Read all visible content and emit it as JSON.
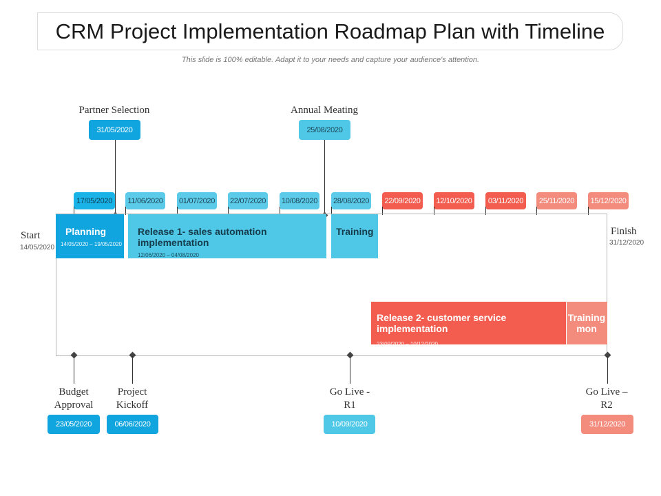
{
  "title": "CRM Project Implementation Roadmap Plan with Timeline",
  "subtitle": "This slide is 100% editable. Adapt it to your needs and capture your audience's attention.",
  "start": {
    "label": "Start",
    "date": "14/05/2020"
  },
  "finish": {
    "label": "Finish",
    "date": "31/12/2020"
  },
  "top_milestones": [
    {
      "label": "Partner Selection",
      "date": "31/05/2020"
    },
    {
      "label": "Annual Meating",
      "date": "25/08/2020"
    }
  ],
  "timeline_dates": [
    "17/05/2020",
    "11/06/2020",
    "01/07/2020",
    "22/07/2020",
    "10/08/2020",
    "28/08/2020",
    "22/09/2020",
    "12/10/2020",
    "03/11/2020",
    "25/11/2020",
    "15/12/2020"
  ],
  "tasks": {
    "planning": {
      "name": "Planning",
      "dates": "14/05/2020 – 19/05/2020"
    },
    "release1": {
      "name": "Release 1- sales automation implementation",
      "dates": "12/06/2020 – 04/08/2020"
    },
    "training1": {
      "name": "Training"
    },
    "release2": {
      "name": "Release 2- customer service implementation",
      "dates": "23/09/2020 – 10/12/2020"
    },
    "training2": {
      "name": "Training mon"
    }
  },
  "bottom_milestones": [
    {
      "label_line1": "Budget",
      "label_line2": "Approval",
      "date": "23/05/2020"
    },
    {
      "label_line1": "Project",
      "label_line2": "Kickoff",
      "date": "06/06/2020"
    },
    {
      "label_line1": "Go Live -",
      "label_line2": "R1",
      "date": "10/09/2020"
    },
    {
      "label_line1": "Go Live –",
      "label_line2": "R2",
      "date": "31/12/2020"
    }
  ],
  "colors": {
    "blue": "#1ab3e8",
    "light_blue": "#4fc8e8",
    "red": "#f25d4f",
    "salmon": "#f48c7e"
  }
}
